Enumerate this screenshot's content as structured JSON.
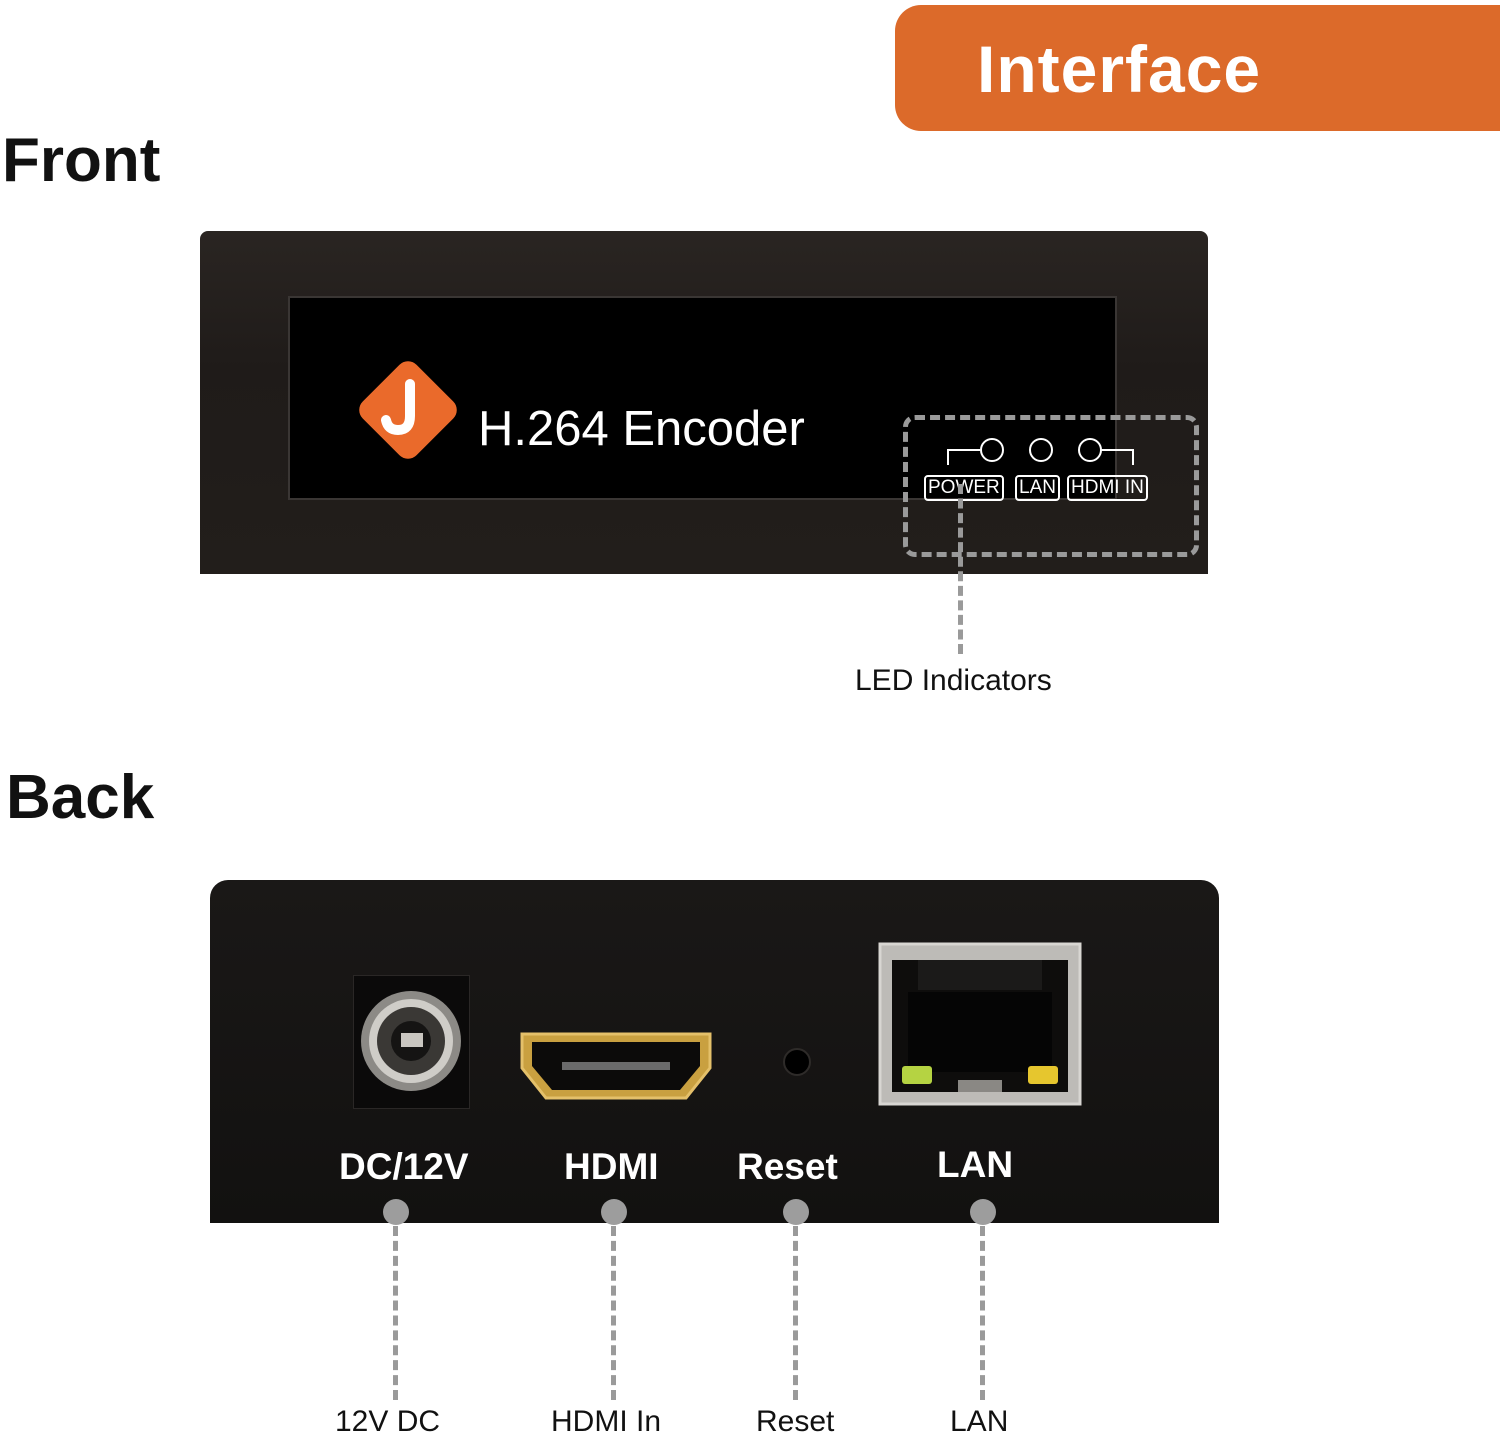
{
  "header": {
    "title": "Interface"
  },
  "sections": {
    "front": "Front",
    "back": "Back"
  },
  "front_panel": {
    "product_title": "H.264 Encoder",
    "led_labels": [
      "POWER",
      "LAN",
      "HDMI IN"
    ],
    "callout": "LED Indicators"
  },
  "back_panel": {
    "port_labels": [
      "DC/12V",
      "HDMI",
      "Reset",
      "LAN"
    ],
    "callouts": [
      "12V DC",
      "HDMI In",
      "Reset",
      "LAN"
    ]
  },
  "colors": {
    "accent": "#dc6a2a",
    "device_body": "#221e1b",
    "dashed_lines": "#9a9a9a"
  }
}
